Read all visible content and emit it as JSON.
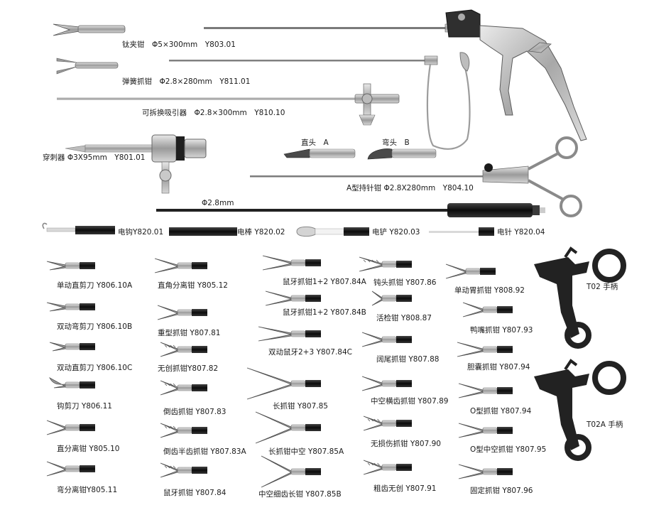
{
  "labels": {
    "tai_jia_qian": "钛夹钳　Φ5×300mm　Y803.01",
    "tan_huang_zhua_qian": "弹簧抓钳　Φ2.8×280mm　Y811.01",
    "ke_chai_xi_yin_qi": "可拆换吸引器　Φ2.8×300mm　Y810.10",
    "chuan_ci_qi": "穿刺器 Φ3X95mm　Y801.01",
    "zhi_tou": "直头　A",
    "wan_tou": "弯头　B",
    "a_xing_chi_zhen_qian": "A型持针钳 Φ2.8X280mm　Y804.10",
    "diameter": "Φ2.8mm",
    "dian_gou": "电钩Y820.01",
    "dian_bang": "电棒 Y820.02",
    "dian_chan": "电铲 Y820.03",
    "dian_zhen": "电针 Y820.04",
    "col1": [
      "单动直剪刀 Y806.10A",
      "双动弯剪刀 Y806.10B",
      "双动直剪刀 Y806.10C",
      "钩剪刀 Y806.11",
      "直分离钳 Y805.10",
      "弯分离钳Y805.11"
    ],
    "col2": [
      "直角分离钳 Y805.12",
      "重型抓钳 Y807.81",
      "无创抓钳Y807.82",
      "倒齿抓钳 Y807.83",
      "倒齿半齿抓钳 Y807.83A",
      "鼠牙抓钳 Y807.84"
    ],
    "col3": [
      "鼠牙抓钳1+2 Y807.84A",
      "鼠牙抓钳1+2 Y807.84B",
      "双动鼠牙2+3 Y807.84C",
      "长抓钳 Y807.85",
      "长抓钳中空 Y807.85A",
      "中空细齿长钳 Y807.85B"
    ],
    "col4": [
      "钝头抓钳 Y807.86",
      "活检钳 Y808.87",
      "阔尾抓钳 Y807.88",
      "中空横齿抓钳 Y807.89",
      "无损伤抓钳 Y807.90",
      "粗齿无创 Y807.91"
    ],
    "col5": [
      "单动胃抓钳 Y808.92",
      "鸭嘴抓钳 Y807.93",
      "胆囊抓钳 Y807.94",
      "O型抓钳 Y807.94",
      "O型中空抓钳 Y807.95",
      "固定抓钳 Y807.96"
    ],
    "t02_handle": "T02 手柄",
    "t02a_handle": "T02A 手柄"
  },
  "colors": {
    "steel": "#8d8d8d",
    "steel_light": "#cfcfcf",
    "steel_dark": "#5a5a5a",
    "black_handle": "#151515",
    "text": "#1a1a1a"
  },
  "icons": [
    "forceps-tip",
    "scissors-tip",
    "ratchet-handle",
    "trocar",
    "electrode"
  ]
}
